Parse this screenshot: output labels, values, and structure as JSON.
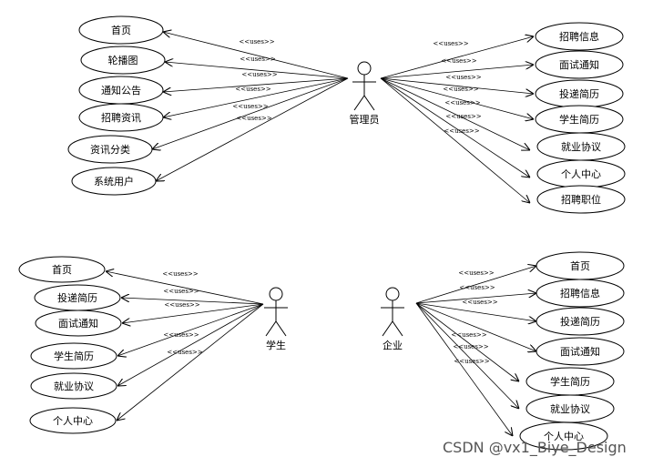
{
  "diagram": {
    "uses_label": "<<uses>>",
    "admin": {
      "name": "管理员",
      "left_cases": [
        "首页",
        "轮播图",
        "通知公告",
        "招聘资讯",
        "资讯分类",
        "系统用户"
      ],
      "right_cases": [
        "招聘信息",
        "面试通知",
        "投递简历",
        "学生简历",
        "就业协议",
        "个人中心",
        "招聘职位"
      ]
    },
    "student": {
      "name": "学生",
      "cases": [
        "首页",
        "投递简历",
        "面试通知",
        "学生简历",
        "就业协议",
        "个人中心"
      ]
    },
    "company": {
      "name": "企业",
      "cases": [
        "首页",
        "招聘信息",
        "投递简历",
        "面试通知",
        "学生简历",
        "就业协议",
        "个人中心"
      ]
    }
  },
  "watermark": "CSDN @vx1_Biye_Design"
}
